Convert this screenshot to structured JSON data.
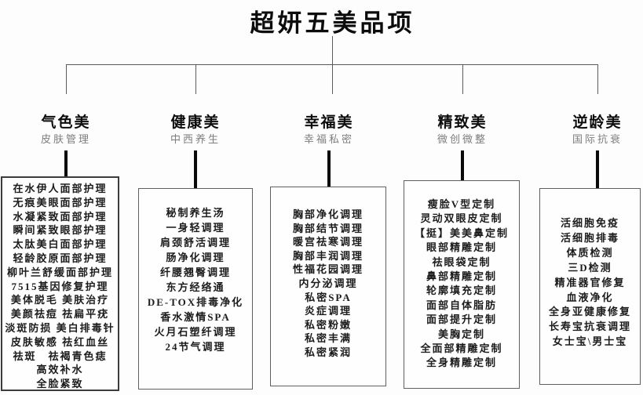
{
  "title": "超妍五美品项",
  "branches": [
    {
      "name": "气色美",
      "subtitle": "皮肤管理",
      "items": [
        "在水伊人面部护理",
        "无痕美眼面部护理",
        "水凝紧致面部护理",
        "瞬间紧致眼部护理",
        "太肽美白面部护理",
        "轻龄胶原面部护理",
        "柳叶兰舒缓面部护理",
        "7515基因修复护理",
        "美体脱毛 美肤治疗",
        "美颜祛痘 祛扁平疣",
        "淡斑防损 美白排毒针",
        "皮肤敏感 祛红血丝",
        "祛斑　祛褐青色痣",
        "高效补水",
        "全脸紧致"
      ]
    },
    {
      "name": "健康美",
      "subtitle": "中西养生",
      "items": [
        "秘制养生汤",
        "一身轻调理",
        "肩颈舒活调理",
        "肠净化调理",
        "纤腰翘臀调理",
        "东方经络通",
        "DE-TOX排毒净化",
        "香水激情SPA",
        "火月石塑纤调理",
        "24节气调理"
      ]
    },
    {
      "name": "幸福美",
      "subtitle": "幸福私密",
      "items": [
        "胸部净化调理",
        "胸部结节调理",
        "暖宫祛寒调理",
        "胸部丰润调理",
        "性福花园调理",
        "内分泌调理",
        "私密SPA",
        "炎症调理",
        "私密粉嫩",
        "私密丰满",
        "私密紧润"
      ]
    },
    {
      "name": "精致美",
      "subtitle": "微创微整",
      "items": [
        "瘦脸V型定制",
        "灵动双眼皮定制",
        "【挺】美美鼻定制",
        "眼部精雕定制",
        "祛眼袋定制",
        "鼻部精雕定制",
        "轮廓填充定制",
        "面部自体脂肪",
        "面部提升定制",
        "美胸定制",
        "全面部精雕定制",
        "全身精雕定制"
      ]
    },
    {
      "name": "逆龄美",
      "subtitle": "国际抗衰",
      "items": [
        "活细胞免疫",
        "活细胞排毒",
        "体质检测",
        "三D检测",
        "精准器官修复",
        "血液净化",
        "全身亚健康修复",
        "长寿宝抗衰调理",
        "女士宝\\男士宝"
      ]
    }
  ],
  "colors": {
    "background": "#fdfdfd",
    "line": "#5a5a5a",
    "connector": "#0a0a0a",
    "text": "#1c1c1c",
    "subtitle": "#7d7d7d"
  }
}
